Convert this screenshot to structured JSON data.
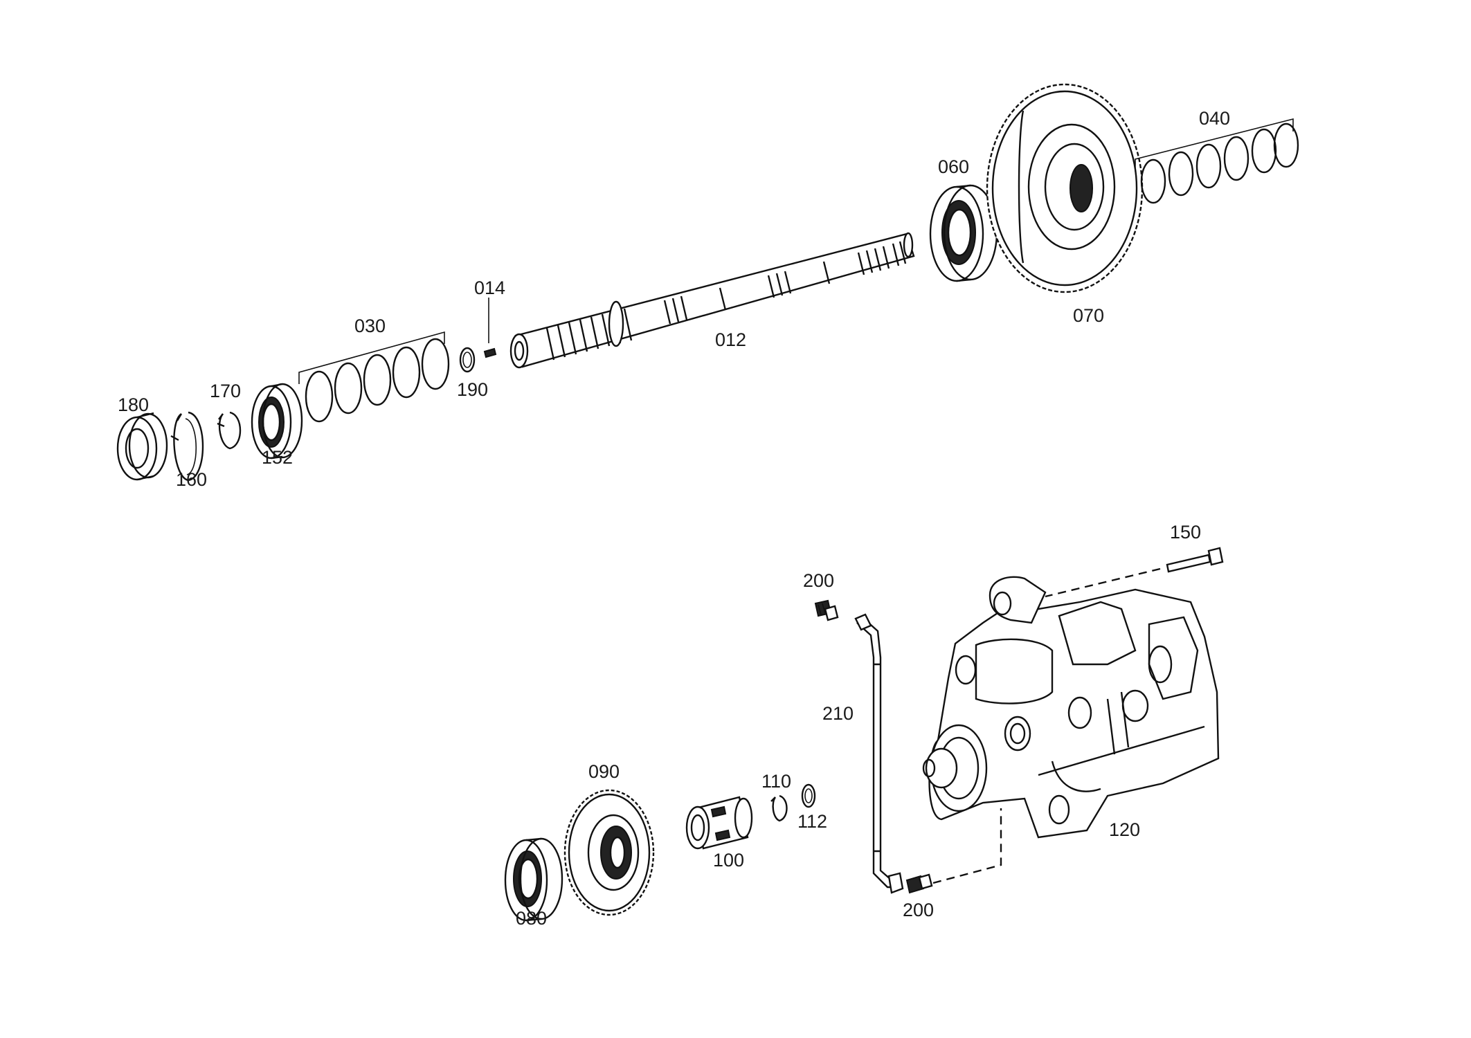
{
  "labels": {
    "p012": "012",
    "p014": "014",
    "p030": "030",
    "p040": "040",
    "p060": "060",
    "p070": "070",
    "p080": "080",
    "p090": "090",
    "p100": "100",
    "p110": "110",
    "p112": "112",
    "p120": "120",
    "p150": "150",
    "p152": "152",
    "p160": "160",
    "p170": "170",
    "p180": "180",
    "p190": "190",
    "p200a": "200",
    "p200b": "200",
    "p210": "210"
  }
}
